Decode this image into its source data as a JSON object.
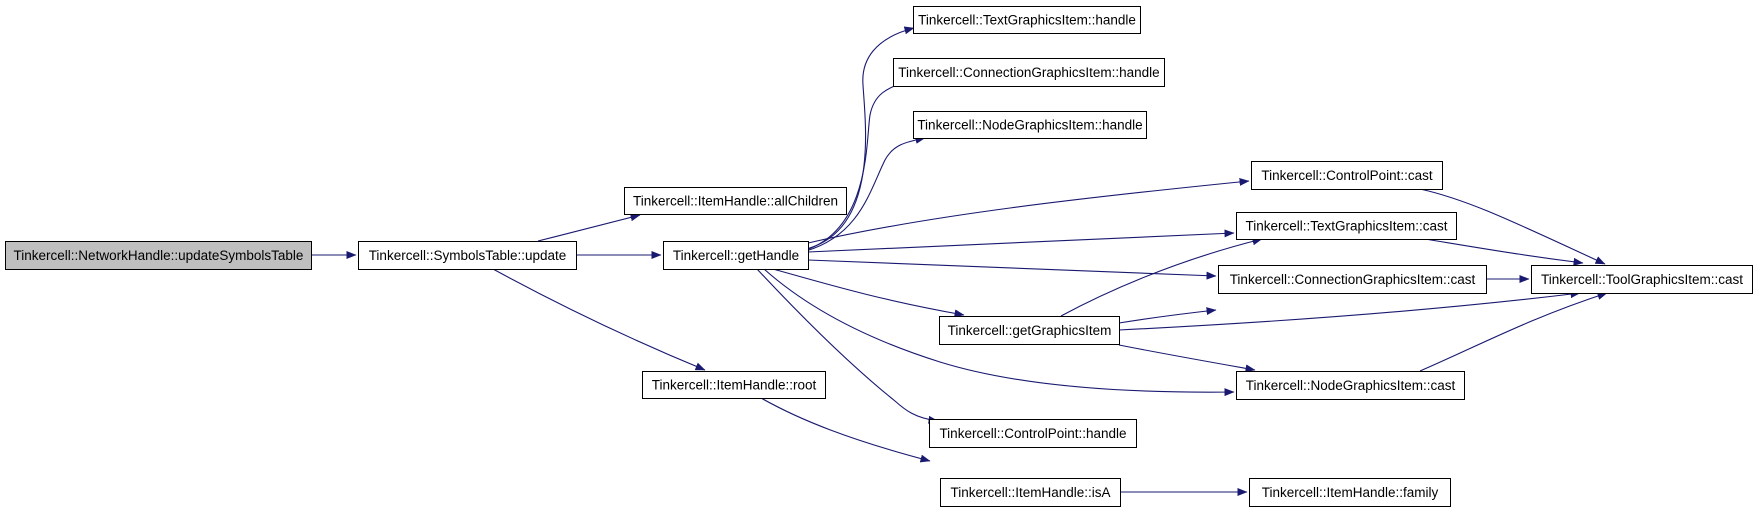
{
  "colors": {
    "edge": "#191970",
    "node_fill": "#ffffff",
    "root_fill": "#bfbfbf",
    "border": "#000000"
  },
  "nodes": [
    {
      "id": "updateSymbolsTable",
      "label": "Tinkercell::NetworkHandle::updateSymbolsTable",
      "root": true
    },
    {
      "id": "symUpdate",
      "label": "Tinkercell::SymbolsTable::update"
    },
    {
      "id": "allChildren",
      "label": "Tinkercell::ItemHandle::allChildren"
    },
    {
      "id": "getHandle",
      "label": "Tinkercell::getHandle"
    },
    {
      "id": "root",
      "label": "Tinkercell::ItemHandle::root"
    },
    {
      "id": "textHandle",
      "label": "Tinkercell::TextGraphicsItem::handle"
    },
    {
      "id": "connHandle",
      "label": "Tinkercell::ConnectionGraphicsItem::handle"
    },
    {
      "id": "nodeHandle",
      "label": "Tinkercell::NodeGraphicsItem::handle"
    },
    {
      "id": "getGraphicsItem",
      "label": "Tinkercell::getGraphicsItem"
    },
    {
      "id": "cpHandle",
      "label": "Tinkercell::ControlPoint::handle"
    },
    {
      "id": "isA",
      "label": "Tinkercell::ItemHandle::isA"
    },
    {
      "id": "cpCast",
      "label": "Tinkercell::ControlPoint::cast"
    },
    {
      "id": "textCast",
      "label": "Tinkercell::TextGraphicsItem::cast"
    },
    {
      "id": "connCast",
      "label": "Tinkercell::ConnectionGraphicsItem::cast"
    },
    {
      "id": "nodeCast",
      "label": "Tinkercell::NodeGraphicsItem::cast"
    },
    {
      "id": "family",
      "label": "Tinkercell::ItemHandle::family"
    },
    {
      "id": "toolCast",
      "label": "Tinkercell::ToolGraphicsItem::cast"
    }
  ],
  "edges": [
    {
      "from": "updateSymbolsTable",
      "to": "symUpdate"
    },
    {
      "from": "symUpdate",
      "to": "allChildren"
    },
    {
      "from": "symUpdate",
      "to": "getHandle"
    },
    {
      "from": "symUpdate",
      "to": "root"
    },
    {
      "from": "getHandle",
      "to": "textHandle"
    },
    {
      "from": "getHandle",
      "to": "connHandle"
    },
    {
      "from": "getHandle",
      "to": "nodeHandle"
    },
    {
      "from": "getHandle",
      "to": "cpCast"
    },
    {
      "from": "getHandle",
      "to": "textCast"
    },
    {
      "from": "getHandle",
      "to": "connCast"
    },
    {
      "from": "getHandle",
      "to": "getGraphicsItem"
    },
    {
      "from": "getHandle",
      "to": "nodeCast"
    },
    {
      "from": "getHandle",
      "to": "cpHandle"
    },
    {
      "from": "root",
      "to": "isA"
    },
    {
      "from": "getGraphicsItem",
      "to": "textCast"
    },
    {
      "from": "getGraphicsItem",
      "to": "connCast"
    },
    {
      "from": "getGraphicsItem",
      "to": "toolCast"
    },
    {
      "from": "getGraphicsItem",
      "to": "nodeCast"
    },
    {
      "from": "cpCast",
      "to": "toolCast"
    },
    {
      "from": "textCast",
      "to": "toolCast"
    },
    {
      "from": "connCast",
      "to": "toolCast"
    },
    {
      "from": "nodeCast",
      "to": "toolCast"
    },
    {
      "from": "isA",
      "to": "family"
    }
  ]
}
